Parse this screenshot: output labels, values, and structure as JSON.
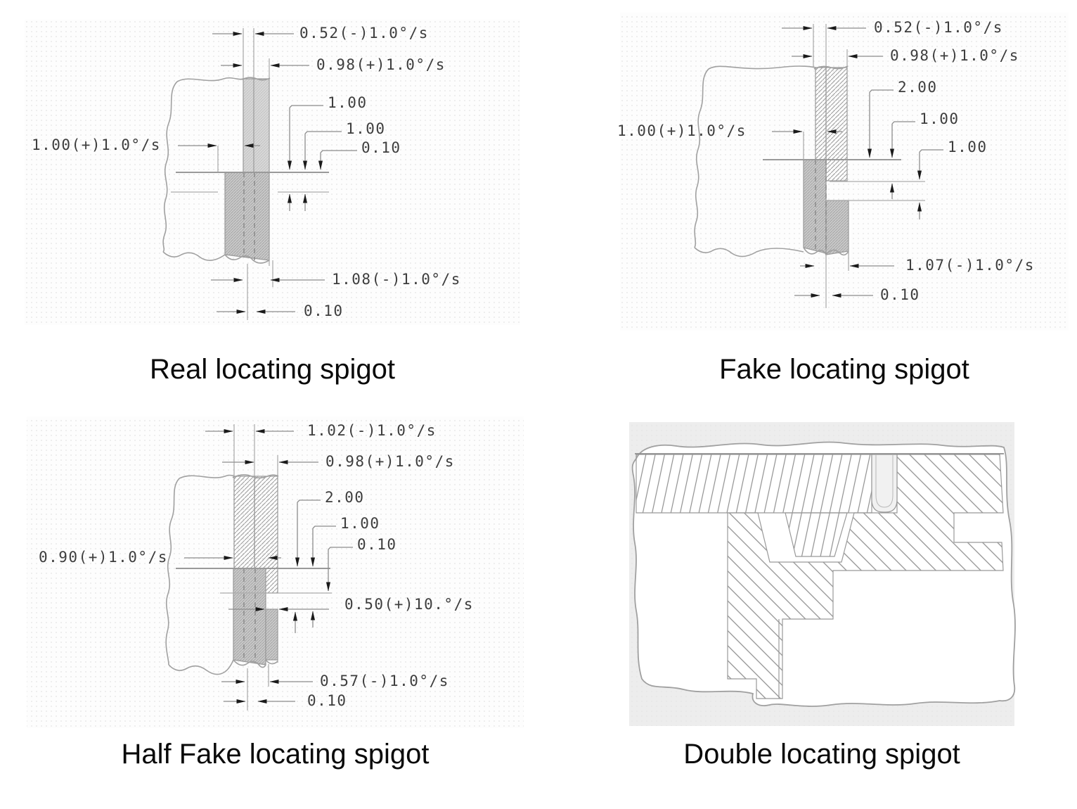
{
  "figure": {
    "title_visible": false,
    "colors": {
      "outline": "#a0a0a0",
      "dimension_line": "#8c8c8c",
      "arrow": "#1a1a1a",
      "dim_text": "#3d3d3d",
      "caption_text": "#0a0a0a",
      "panel_bg": "#fbfbfb",
      "panel4_bg": "#ededed"
    },
    "panels": [
      {
        "id": "real",
        "caption": "Real locating spigot",
        "dims": {
          "top1": "0.52(-)1.0°/s",
          "top2": "0.98(+)1.0°/s",
          "step1": "1.00",
          "step2": "1.00",
          "step3": "0.10",
          "left": "1.00(+)1.0°/s",
          "bottom1": "1.08(-)1.0°/s",
          "bottom2": "0.10"
        }
      },
      {
        "id": "fake",
        "caption": "Fake locating spigot",
        "dims": {
          "top1": "0.52(-)1.0°/s",
          "top2": "0.98(+)1.0°/s",
          "step1": "2.00",
          "step2": "1.00",
          "step3": "1.00",
          "left": "1.00(+)1.0°/s",
          "bottom1": "1.07(-)1.0°/s",
          "bottom2": "0.10"
        }
      },
      {
        "id": "halffake",
        "caption": "Half Fake locating spigot",
        "dims": {
          "top1": "1.02(-)1.0°/s",
          "top2": "0.98(+)1.0°/s",
          "step1": "2.00",
          "step2": "1.00",
          "step3": "0.10",
          "left": "0.90(+)1.0°/s",
          "mid": "0.50(+)10.°/s",
          "bottom1": "0.57(-)1.0°/s",
          "bottom2": "0.10"
        }
      },
      {
        "id": "double",
        "caption": "Double locating spigot",
        "dims": {}
      }
    ]
  }
}
